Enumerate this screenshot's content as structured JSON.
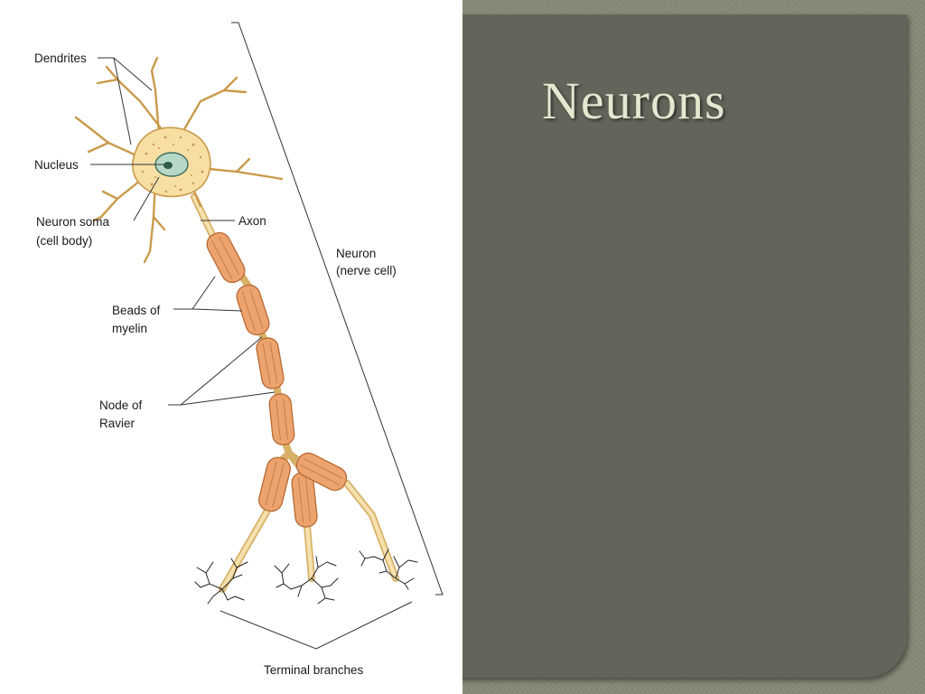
{
  "slide": {
    "title": "Neurons"
  },
  "diagram": {
    "labels": {
      "dendrites": "Dendrites",
      "nucleus": "Nucleus",
      "soma_line1": "Neuron soma",
      "soma_line2": "(cell body)",
      "axon": "Axon",
      "neuron_line1": "Neuron",
      "neuron_line2": "(nerve cell)",
      "myelin_line1": "Beads of",
      "myelin_line2": "myelin",
      "node_line1": "Node of",
      "node_line2": "Ravier",
      "terminal": "Terminal branches"
    }
  },
  "colors": {
    "panel": "#62665a",
    "title": "#e3e8cf",
    "myelin": "#eca36d",
    "soma": "#f7dfa4"
  }
}
